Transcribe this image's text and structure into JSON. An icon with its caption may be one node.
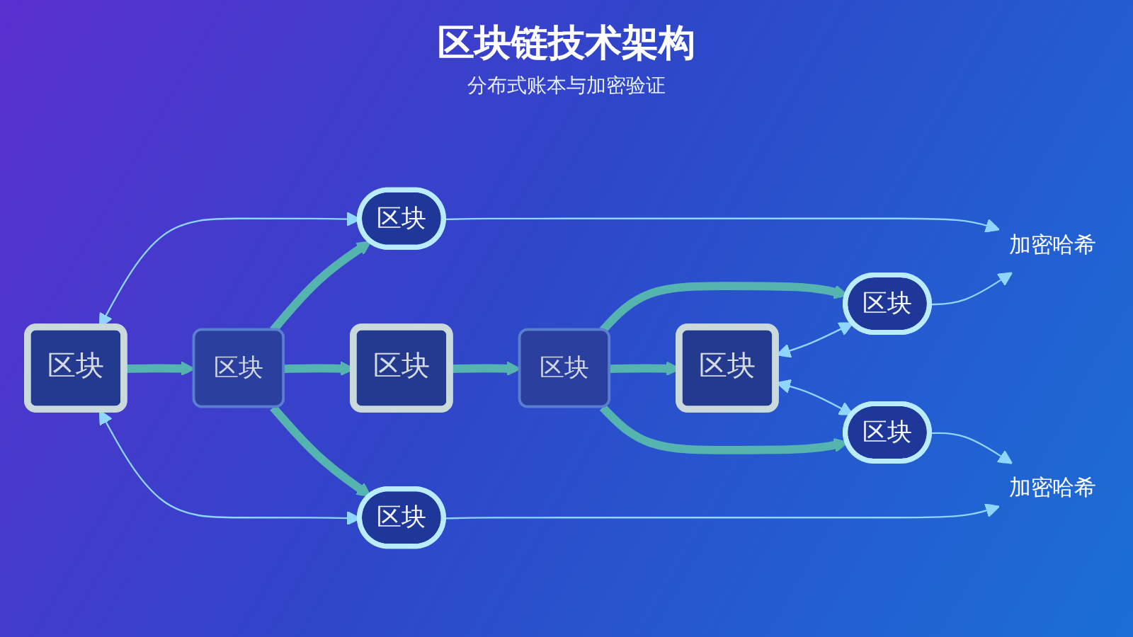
{
  "diagram": {
    "title": "区块链技术架构",
    "nodes": [
      {
        "text": [
          "区块"
        ]
      },
      {
        "text": [
          "加密哈希"
        ]
      },
      {
        "text": [
          "区块"
        ]
      },
      {
        "text": [
          "区块"
        ]
      },
      {
        "text": [
          "区块"
        ]
      },
      {
        "text": [
          "区块"
        ]
      },
      {
        "text": [
          "区块"
        ]
      },
      {
        "text": [
          "区块"
        ]
      },
      {
        "text": [
          "区块"
        ]
      },
      {
        "text": [
          "加密哈希"
        ]
      },
      {
        "text": [
          "区块"
        ]
      }
    ],
    "edges": [
      {
        "from": 0,
        "to": 1,
        "arrow": "to"
      },
      {
        "from": 2,
        "to": 1,
        "arrow": "to"
      },
      {
        "from": 3,
        "to": 0,
        "arrow": "both"
      },
      {
        "from": 7,
        "to": 2,
        "arrow": "both"
      },
      {
        "from": 4,
        "to": 0,
        "arrow": "to",
        "style": "thick",
        "color": "#56b4b0"
      },
      {
        "from": 6,
        "to": 2,
        "arrow": "to",
        "style": "thick",
        "color": "#56b4b0"
      },
      {
        "from": 3,
        "to": 4,
        "arrow": "to",
        "style": "thick",
        "color": "#56b4b0"
      },
      {
        "from": 4,
        "to": 5,
        "arrow": "to",
        "style": "thick",
        "color": "#56b4b0"
      },
      {
        "from": 5,
        "to": 6,
        "arrow": "to",
        "style": "thick",
        "color": "#56b4b0"
      },
      {
        "from": 6,
        "to": 7,
        "arrow": "to",
        "style": "thick",
        "color": "#56b4b0"
      },
      {
        "from": 4,
        "to": 8,
        "arrow": "to",
        "style": "thick",
        "color": "#56b4b0"
      },
      {
        "from": 6,
        "to": 10,
        "arrow": "to",
        "style": "thick",
        "color": "#56b4b0"
      },
      {
        "from": 3,
        "to": 8,
        "arrow": "both"
      },
      {
        "from": 7,
        "to": 10,
        "arrow": "both"
      },
      {
        "from": 8,
        "to": 9,
        "arrow": "to"
      },
      {
        "from": 10,
        "to": 9,
        "arrow": "to"
      }
    ],
    "labels": [
      "分布式账本与加密验证"
    ]
  }
}
